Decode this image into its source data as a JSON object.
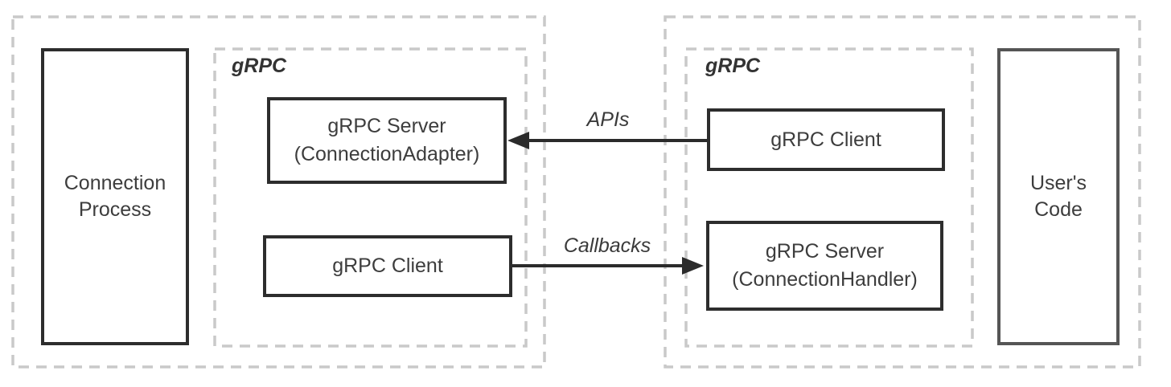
{
  "colors": {
    "background": "#ffffff",
    "solid_box_border": "#2d2d2d",
    "user_code_border": "#555555",
    "dashed_border": "#c9c9c9",
    "arrow": "#2b2b2b",
    "text": "#3d3d3d"
  },
  "left_container": {
    "process_box": {
      "label": "Connection\nProcess"
    },
    "grpc_group": {
      "label": "gRPC",
      "server_box": {
        "title": "gRPC Server",
        "subtitle": "(ConnectionAdapter)"
      },
      "client_box": {
        "title": "gRPC Client"
      }
    }
  },
  "right_container": {
    "grpc_group": {
      "label": "gRPC",
      "client_box": {
        "title": "gRPC Client"
      },
      "server_box": {
        "title": "gRPC Server",
        "subtitle": "(ConnectionHandler)"
      }
    },
    "code_box": {
      "label": "User's\nCode"
    }
  },
  "arrows": {
    "apis": {
      "label": "APIs",
      "direction": "right-to-left"
    },
    "callbacks": {
      "label": "Callbacks",
      "direction": "left-to-right"
    }
  }
}
